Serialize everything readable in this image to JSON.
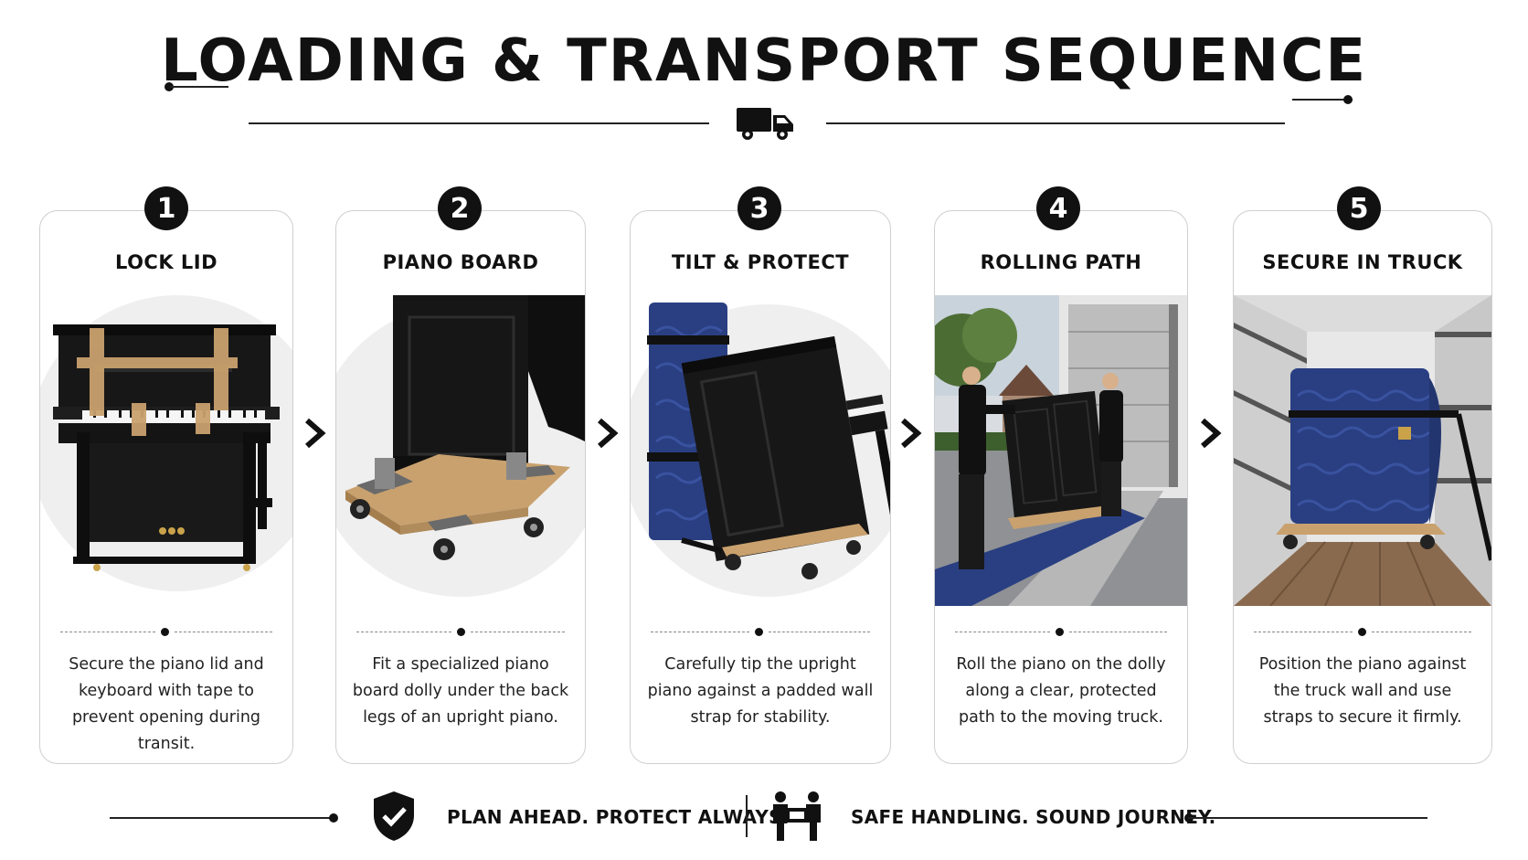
{
  "header": {
    "title": "LOADING & TRANSPORT SEQUENCE",
    "truck_icon": "truck-icon"
  },
  "steps": [
    {
      "number": "1",
      "title": "LOCK LID",
      "description": "Secure the piano lid and keyboard with tape to prevent opening during transit.",
      "illustration": "taped-upright-piano"
    },
    {
      "number": "2",
      "title": "PIANO BOARD",
      "description": "Fit a specialized piano board dolly under the back legs of an upright piano.",
      "illustration": "piano-board-dolly"
    },
    {
      "number": "3",
      "title": "TILT & PROTECT",
      "description": "Carefully tip the upright piano against a padded wall strap for stability.",
      "illustration": "tilted-piano-padded-board"
    },
    {
      "number": "4",
      "title": "ROLLING PATH",
      "description": "Roll the piano on the dolly along a clear, protected path to the moving truck.",
      "illustration": "movers-rolling-piano-to-truck"
    },
    {
      "number": "5",
      "title": "SECURE IN TRUCK",
      "description": "Position the piano against the truck wall and use straps to secure it firmly.",
      "illustration": "strapped-piano-in-truck"
    }
  ],
  "footer": {
    "left_text": "PLAN AHEAD. PROTECT ALWAYS.",
    "right_text": "SAFE HANDLING. SOUND JOURNEY.",
    "left_icon": "shield-check-icon",
    "right_icon": "two-movers-icon"
  },
  "colors": {
    "ink": "#111111",
    "moving_blanket": "#2a3f82",
    "wood": "#c9a16e"
  }
}
